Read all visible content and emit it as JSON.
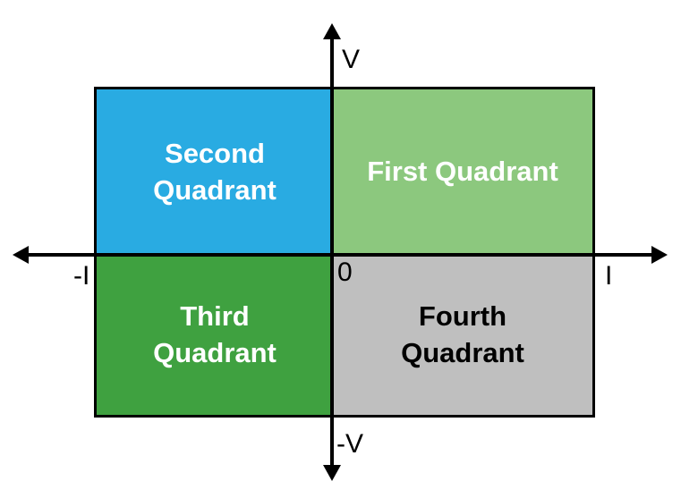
{
  "diagram": {
    "background": "#FFFFFF",
    "quadrants": [
      {
        "id": "second",
        "label": "Second Quadrant",
        "color": "#29ABE2",
        "text_color": "#FFFFFF"
      },
      {
        "id": "first",
        "label": "First Quadrant",
        "color": "#8CC87E",
        "text_color": "#FFFFFF"
      },
      {
        "id": "third",
        "label": "Third Quadrant",
        "color": "#3FA140",
        "text_color": "#FFFFFF"
      },
      {
        "id": "fourth",
        "label": "Fourth Quadrant",
        "color": "#BFBFBF",
        "text_color": "#000000"
      }
    ],
    "axes": {
      "axis_color": "#000000",
      "vertical_positive_label": "V",
      "vertical_negative_label": "-V",
      "horizontal_positive_label": "I",
      "horizontal_negative_label": "-I",
      "origin_label": "0"
    }
  }
}
